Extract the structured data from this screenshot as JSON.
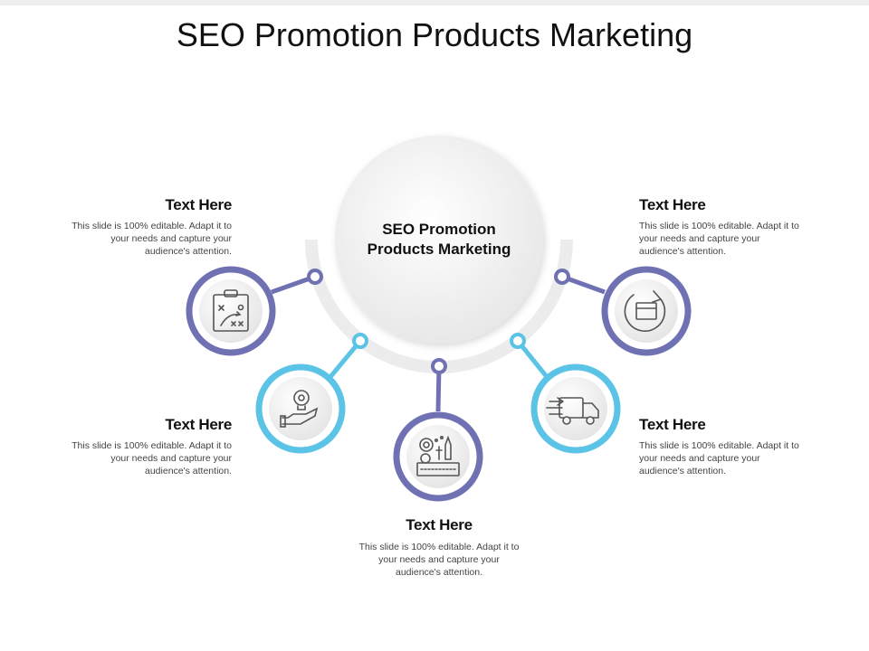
{
  "slide": {
    "title": "SEO Promotion Products Marketing",
    "center_label": "SEO Promotion Products Marketing"
  },
  "colors": {
    "indigo": "#6f71b3",
    "cyan": "#5bc3e5",
    "arc": "#ececec",
    "center_fill": "#f2f2f2",
    "icon_stroke": "#555555"
  },
  "items": [
    {
      "heading": "Text Here",
      "description": "This slide is 100% editable. Adapt it to your needs and capture your audience's attention.",
      "icon": "strategy-clipboard-icon",
      "color": "indigo"
    },
    {
      "heading": "Text Here",
      "description": "This slide is 100% editable. Adapt it to your needs and capture your audience's attention.",
      "icon": "idea-hand-icon",
      "color": "cyan"
    },
    {
      "heading": "Text Here",
      "description": "This slide is 100% editable. Adapt it to your needs and capture your audience's attention.",
      "icon": "cosmetics-products-icon",
      "color": "indigo"
    },
    {
      "heading": "Text Here",
      "description": "This slide is 100% editable. Adapt it to your needs and capture your audience's attention.",
      "icon": "delivery-truck-icon",
      "color": "cyan"
    },
    {
      "heading": "Text Here",
      "description": "This slide is 100% editable. Adapt it to your needs and capture your audience's attention.",
      "icon": "box-refresh-icon",
      "color": "indigo"
    }
  ]
}
